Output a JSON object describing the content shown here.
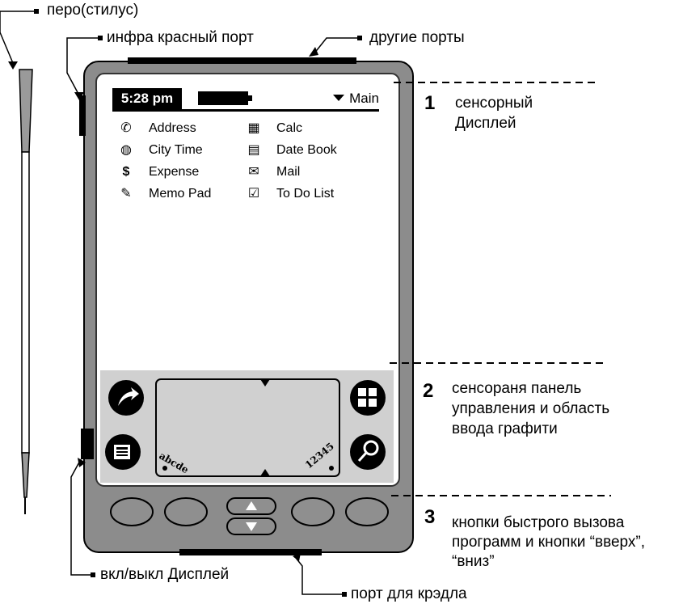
{
  "labels": {
    "stylus": "перо(стилус)",
    "ir_port": "инфра красный порт",
    "other_ports": "другие порты",
    "power": "вкл/выкл Дисплей",
    "cradle_port": "порт для крэдла"
  },
  "sections": [
    {
      "number": "1",
      "lines": [
        "сенсорный",
        "Дисплей"
      ]
    },
    {
      "number": "2",
      "lines": [
        "сенсораня панель",
        "управления и область",
        "ввода графити"
      ]
    },
    {
      "number": "3",
      "lines": [
        "кнопки быстрого вызова",
        "программ и кнопки “вверх”,",
        "“вниз”"
      ]
    }
  ],
  "screen": {
    "time": "5:28 pm",
    "category": "Main",
    "apps": [
      {
        "label": "Address",
        "icon": "phone-icon"
      },
      {
        "label": "Calc",
        "icon": "calculator-icon"
      },
      {
        "label": "City Time",
        "icon": "globe-icon"
      },
      {
        "label": "Date Book",
        "icon": "datebook-icon"
      },
      {
        "label": "Expense",
        "icon": "dollar-icon"
      },
      {
        "label": "Mail",
        "icon": "mail-icon"
      },
      {
        "label": "Memo Pad",
        "icon": "memo-icon"
      },
      {
        "label": "To Do List",
        "icon": "checkbox-icon"
      }
    ],
    "graffiti_left": "abcde",
    "graffiti_right": "12345"
  },
  "colors": {
    "body": "#8c8c8c",
    "panel": "#d0d0d0",
    "screen": "#ffffff",
    "buttons": "#8f8f8f"
  }
}
